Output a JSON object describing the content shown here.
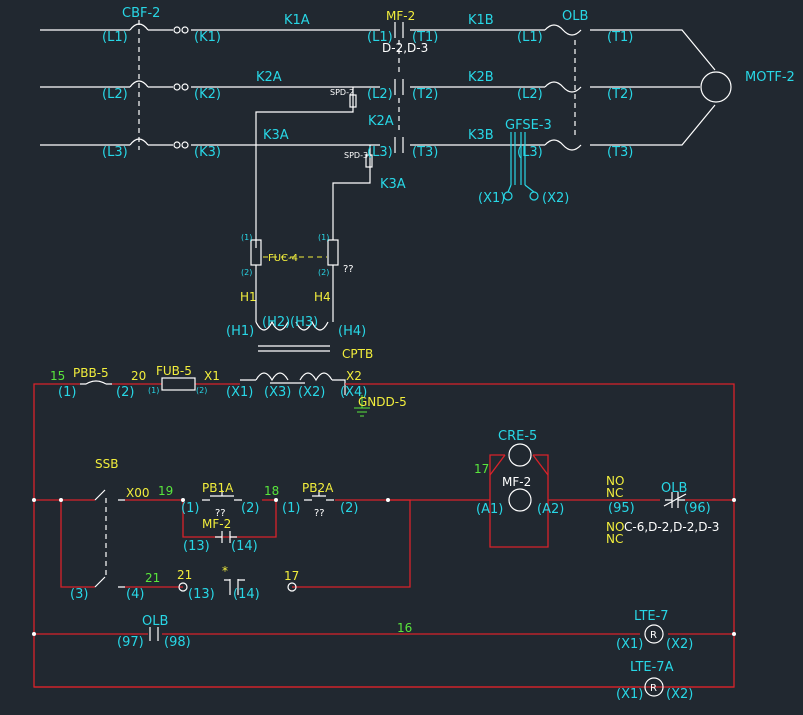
{
  "power": {
    "breaker": "CBF-2",
    "starter": "MF-2",
    "overload": "OLB",
    "motor": "MOTF-2",
    "ground_fault": "GFSE-3",
    "breaker_terms": [
      "(L1)",
      "(K1)",
      "(L2)",
      "(K2)",
      "(L3)",
      "(K3)"
    ],
    "starter_terms": [
      "(L1)",
      "(T1)",
      "(L2)",
      "(T2)",
      "(L3)",
      "(T3)"
    ],
    "overload_terms": [
      "(L1)",
      "(T1)",
      "(L2)",
      "(T2)",
      "(L3)",
      "(T3)"
    ],
    "wires": [
      "K1A",
      "K2A",
      "K3A",
      "K1B",
      "K2B",
      "K3B",
      "K2A",
      "K3A"
    ],
    "starter_ref": "D-2,D-3",
    "spd": [
      "SPD-2",
      "SPD-3"
    ],
    "gf_terms": [
      "(X1)",
      "(X2)"
    ]
  },
  "control_transformer": {
    "fuse": "FUC-4",
    "fuse_unknown": "??",
    "fuse_terms": [
      "(1)",
      "(2)",
      "(1)",
      "(2)"
    ],
    "leads": [
      "H1",
      "H4"
    ],
    "primary_terms": [
      "(H1)",
      "(H2)",
      "(H3)",
      "(H4)"
    ],
    "name": "CPTB",
    "secondary_terms": [
      "(X1)",
      "(X3)",
      "(X2)",
      "(X4)"
    ],
    "x1": "X1",
    "x2": "X2",
    "ground": "GNDD-5"
  },
  "control": {
    "wire_15": "15",
    "wire_20": "20",
    "pbb": "PBB-5",
    "pbb_terms": [
      "(1)",
      "(2)"
    ],
    "fub": "FUB-5",
    "fub_terms": [
      "(1)",
      "(2)"
    ],
    "ssb": "SSB",
    "ssb_x00": "X00",
    "wire_19": "19",
    "pb1a": "PB1A",
    "pb1a_terms": [
      "(1)",
      "(2)"
    ],
    "unknown": "??",
    "wire_18": "18",
    "pb2a": "PB2A",
    "pb2a_terms": [
      "(1)",
      "(2)"
    ],
    "mf_aux": "MF-2",
    "mf_aux_terms": [
      "(13)",
      "(14)"
    ],
    "cre": "CRE-5",
    "wire_17": "17",
    "coil": "MF-2",
    "coil_terms": [
      "(A1)",
      "(A2)"
    ],
    "no": "NO",
    "nc": "NC",
    "olb": "OLB",
    "olb_terms": [
      "(95)",
      "(96)"
    ],
    "no2": "NO",
    "nc2": "NC",
    "coil_refs": "C-6,D-2,D-2,D-3",
    "ssb_terms": [
      "(3)",
      "(4)"
    ],
    "wire_21a": "21",
    "wire_21b": "21",
    "star": "*",
    "aux2_terms": [
      "(13)",
      "(14)"
    ],
    "wire_17b": "17",
    "wire_16": "16",
    "olb2": "OLB",
    "olb2_terms": [
      "(97)",
      "(98)"
    ],
    "lte7": "LTE-7",
    "lte7_terms": [
      "(X1)",
      "(X2)"
    ],
    "lte7a": "LTE-7A",
    "lte7a_terms": [
      "(X1)",
      "(X2)"
    ],
    "lamp_letter": "R"
  }
}
